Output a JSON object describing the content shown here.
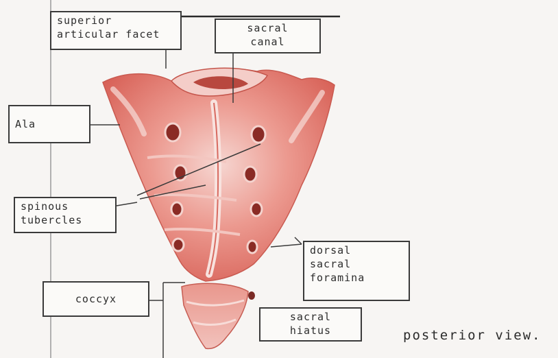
{
  "labels": {
    "superior_articular_facet": "superior\narticular facet",
    "sacral_canal": "sacral\ncanal",
    "ala": "Ala",
    "spinous_tubercle": "spinous\ntubercles",
    "coccyx": "coccyx",
    "dorsal_sacral_foramina": "dorsal\nsacral\nforamina",
    "sacral_hiatus": "sacral\nhiatus"
  },
  "caption": "posterior view.",
  "colors": {
    "bone_light": "#f3c9c4",
    "bone_mid": "#e8837a",
    "bone_dark": "#c9443c",
    "line": "#3a3a3a"
  }
}
